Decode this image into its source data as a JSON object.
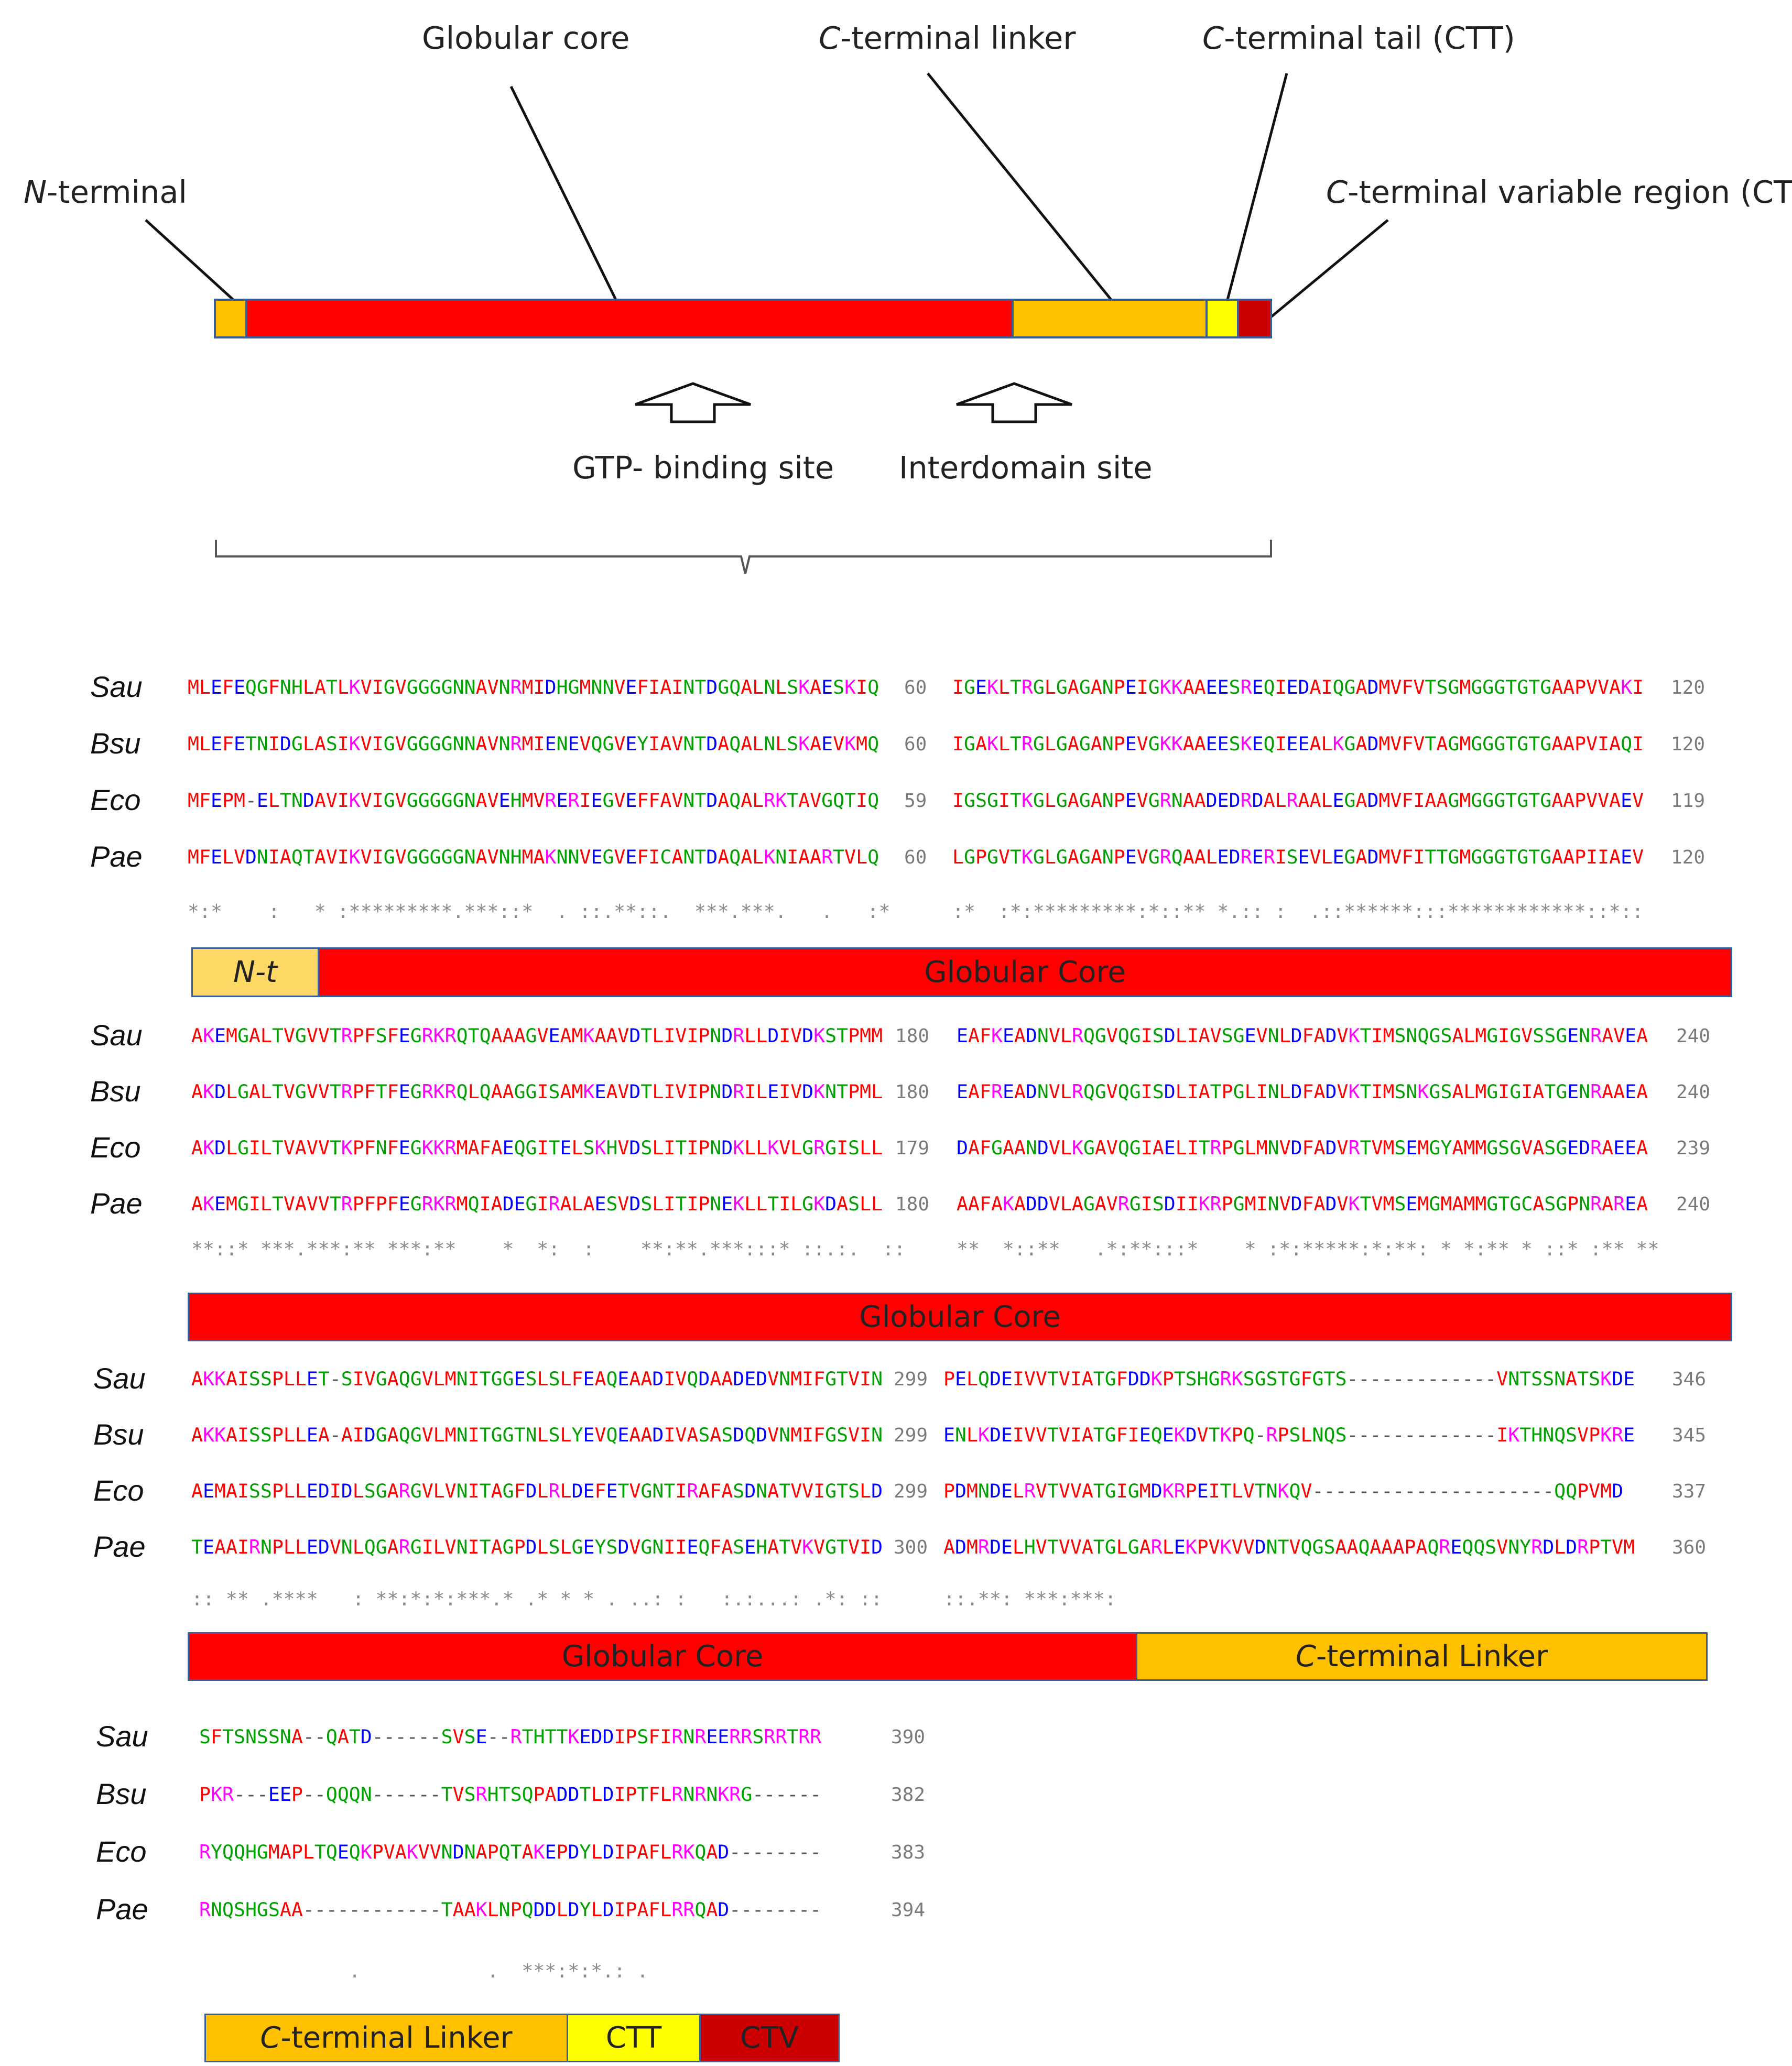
{
  "domain_labels": {
    "n_terminal": "N-terminal",
    "globular_core": "Globular core",
    "c_terminal_linker": "C-terminal linker",
    "ctt": "C-terminal tail (CTT)",
    "ctv": "C-terminal variable region (CTV)"
  },
  "sites": {
    "gtp": "GTP- binding site",
    "interdomain": "Interdomain site"
  },
  "species": [
    "Sau",
    "Bsu",
    "Eco",
    "Pae"
  ],
  "blocks": [
    {
      "rows": [
        {
          "sp": "Sau",
          "seq": "MLEFEQGFNHLATLKVIGVGGGGNNAVNRMIDHGMNNVEFIAINTDGQALNLSKAESKIQ",
          "num": "60",
          "seq2": "IGEKLTRGLGAGANPEIGKKAAEESREQIEDAIQGADMVFVTSGMGGGTGTGAAPVVAKI",
          "num2": "120"
        },
        {
          "sp": "Bsu",
          "seq": "MLEFETNIDGLASIKVIGVGGGGNNAVNRMIENEVQGVEYIAVNTDAQALNLSKAEVKMQ",
          "num": "60",
          "seq2": "IGAKLTRGLGAGANPEVGKKAAEESKEQIEEALKGADMVFVTAGMGGGTGTGAAPVIAQI",
          "num2": "120"
        },
        {
          "sp": "Eco",
          "seq": "MFEPM-ELTNDAVIKVIGVGGGGGNAVEHMVRERIEGVEFFAVNTDAQALRKTAVGQTIQ",
          "num": "59",
          "seq2": "IGSGITKGLGAGANPEVGRNAADEDRDALRAALEGADMVFIAAGMGGGTGTGAAPVVAEV",
          "num2": "119"
        },
        {
          "sp": "Pae",
          "seq": "MFELVDNIAQTAVIKVIGVGGGGGNAVNHMAKNNVEGVEFICANTDAQALKNIAARTVLQ",
          "num": "60",
          "seq2": "LGPGVTKGLGAGANPEVGRQAALEDRERISEVLEGADMVFITTGMGGGTGTGAAPIIAEV",
          "num2": "120"
        }
      ],
      "cons": "*:*    :   * :*********.***::*  . ::.**::.  ***.***.   .   :*",
      "cons2": ":*  :*:*********:*::** *.:: :  .::******:::************::*::"
    },
    {
      "rows": [
        {
          "sp": "Sau",
          "seq": "AKEMGALTVGVVTRPFSFEGRKRQTQAAAGVEAMKAAVDTLIVIPNDRLLDIVDKSTPMM",
          "num": "180",
          "seq2": "EAFKEADNVLRQGVQGISDLIAVSGEVNLDFADVKTIMSNQGSALMGIGVSSGENRAVEA",
          "num2": "240"
        },
        {
          "sp": "Bsu",
          "seq": "AKDLGALTVGVVTRPFTFEGRKRQLQAAGGISAMKEAVDTLIVIPNDRILEIVDKNTPML",
          "num": "180",
          "seq2": "EAFREADNVLRQGVQGISDLIATPGLINLDFADVKTIMSNKGSALMGIGIATGENRAAEA",
          "num2": "240"
        },
        {
          "sp": "Eco",
          "seq": "AKDLGILTVAVVTKPFNFEGKKRMAFAEQGITELSKHVDSLITIPNDKLLKVLGRGISLL",
          "num": "179",
          "seq2": "DAFGAANDVLKGAVQGIAELITRPGLMNVDFADVRTVMSEMGYAMMGSGVASGEDRAEEA",
          "num2": "239"
        },
        {
          "sp": "Pae",
          "seq": "AKEMGILTVAVVTRPFPFEGRKRMQIADEGIRALAESVDSLITIPNEKLLTILGKDASLL",
          "num": "180",
          "seq2": "AAFAKADDVLAGAVRGISDIIKRPGMINVDFADVKTVMSEMGMAMMGTGCASGPNRAREA",
          "num2": "240"
        }
      ],
      "cons": "**::* ***.***:** ***:**    *  *:  :    **:**.***:::* ::.:.  ::",
      "cons2": "**  *::**   .*:**:::*    * :*:*****:*:**: * *:** * ::* :** **"
    },
    {
      "rows": [
        {
          "sp": "Sau",
          "seq": "AKKAISSPLLET-SIVGAQGVLMNITGGESLSLFEAQEAADIVQDAADEDVNMIFGTVIN",
          "num": "299",
          "seq2": "PELQDEIVVTVIATGFDDKPTSHGRKSGSTGFGTS-------------VNTSSNATSKDE",
          "num2": "346"
        },
        {
          "sp": "Bsu",
          "seq": "AKKAISSPLLEA-AIDGAQGVLMNITGGTNLSLYEVQEAADIVASASDQDVNMIFGSVIN",
          "num": "299",
          "seq2": "ENLKDEIVVTVIATGFIEQEKDVTKPQ-RPSLNQS-------------IKTHNQSVPKRE",
          "num2": "345"
        },
        {
          "sp": "Eco",
          "seq": "AEMAISSPLLEDIDLSGARGVLVNITAGFDLRLDEFETVGNTIRAFASDNATVVIGTSLD",
          "num": "299",
          "seq2": "PDMNDELRVTVVATGIGMDKRPEITLVTNKQV---------------------QQPVMD",
          "num2": "337"
        },
        {
          "sp": "Pae",
          "seq": "TEAAIRNPLLEDVNLQGARGILVNITAGPDLSLGEYSDVGNIIEQFASEHATVKVGTVID",
          "num": "300",
          "seq2": "ADMRDELHVTVVATGLGARLEKPVKVVDNTVQGSAAQAAAPAQREQQSVNYRDLDRPTVM",
          "num2": "360"
        }
      ],
      "cons": ":: ** .****   : **:*:*:***.* .* * * . ..: :   :.:...: .*: ::",
      "cons2": "::.**: ***:***:"
    },
    {
      "rows": [
        {
          "sp": "Sau",
          "seq": "SFTSNSSNA--QATD------SVSE--RTHTTKEDDIPSFIRNREERRSRRTRR",
          "num": "390"
        },
        {
          "sp": "Bsu",
          "seq": "PKR---EEP--QQQN------TVSRHTSQPADDTLDIPTFLRNRNKRG------",
          "num": "382"
        },
        {
          "sp": "Eco",
          "seq": "RYQQHGMAPLTQEQKPVAKVVNDNAPQTAKEPDYLDIPAFLRKQAD--------",
          "num": "383"
        },
        {
          "sp": "Pae",
          "seq": "RNQSHGSAA------------TAAKLNPQDDLDYLDIPAFLRRQAD--------",
          "num": "394"
        }
      ],
      "cons": "             .           .  ***:*:*.: ."
    }
  ],
  "bars": {
    "b1": [
      "N-t",
      "Globular Core"
    ],
    "b2": [
      "Globular Core"
    ],
    "b3": [
      "Globular Core",
      "C-terminal Linker"
    ],
    "b4": [
      "C-terminal Linker",
      "CTT",
      "CTV"
    ]
  },
  "colors": {
    "orange": "#ffc000",
    "red": "#ff0000",
    "yellow": "#ffff00",
    "dark_red": "#cc0000",
    "light_orange": "#ffd966",
    "bar_border": "#3a5e97"
  }
}
